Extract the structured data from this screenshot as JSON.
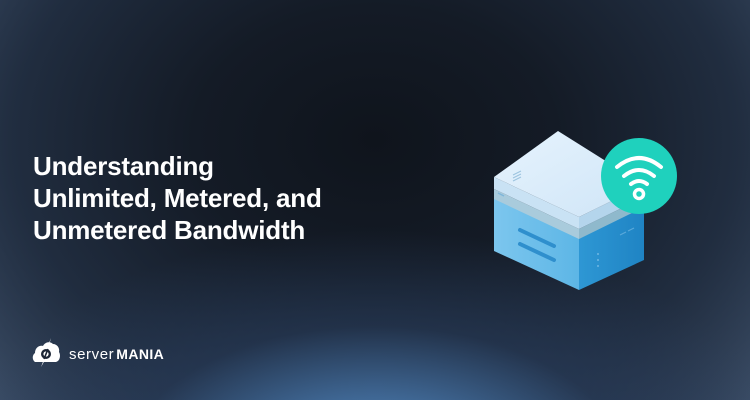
{
  "headline": {
    "lines": [
      "Understanding",
      "Unlimited, Metered, and",
      "Unmetered Bandwidth"
    ]
  },
  "logo": {
    "server": "server",
    "mania": "MANIA",
    "icon": "servermania-logo-icon"
  },
  "illustration": {
    "server_icon": "server-box-icon",
    "wifi_icon": "wifi-icon",
    "wifi_badge_color": "#1fd1bd",
    "server_top_color": "#dbeefb",
    "server_body_color": "#4fb0e3"
  }
}
